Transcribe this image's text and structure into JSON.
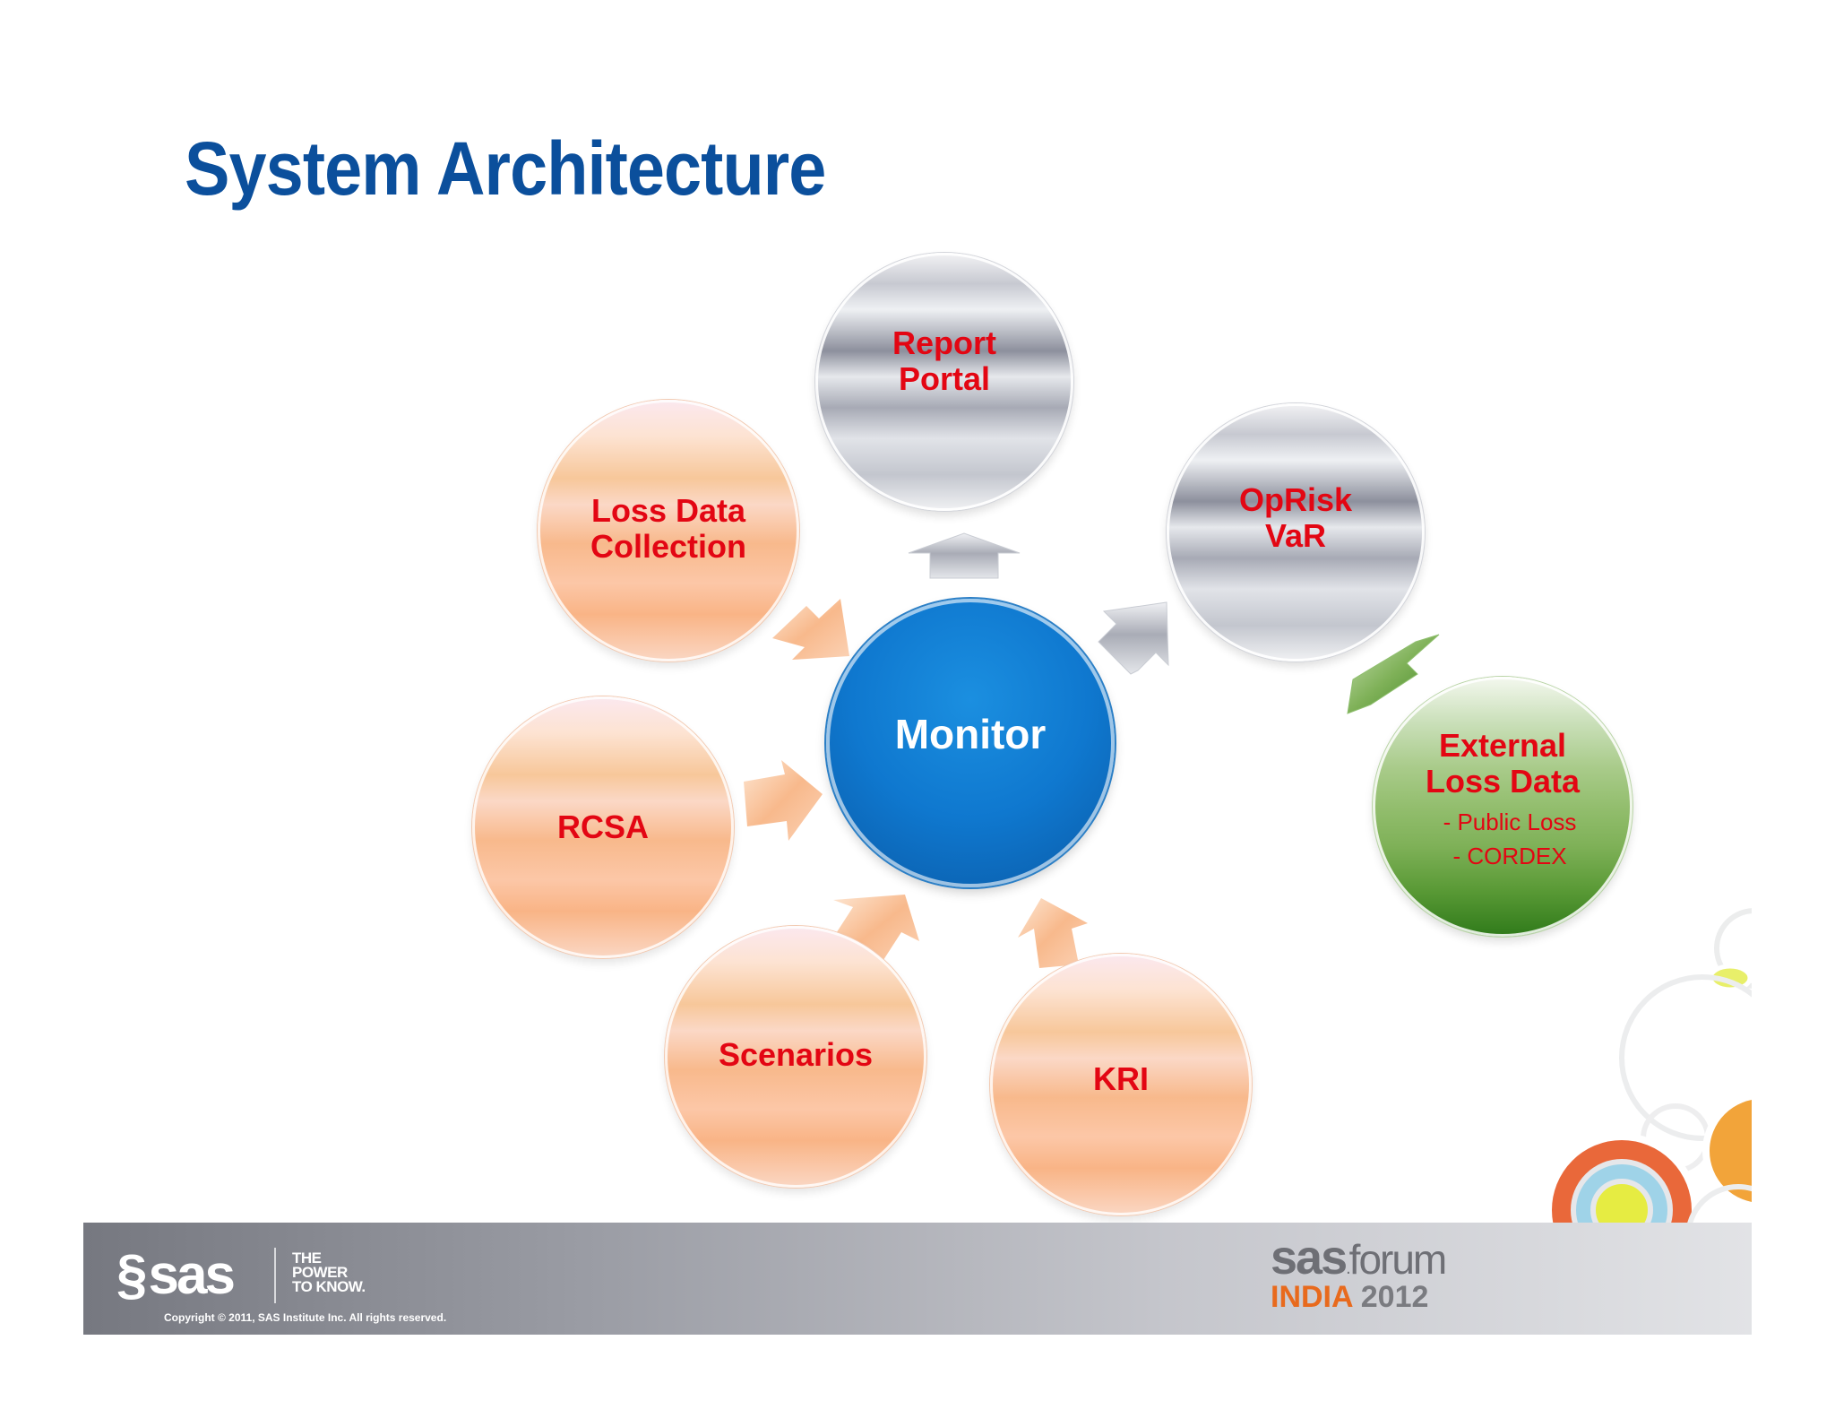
{
  "slide": {
    "title": "System Architecture"
  },
  "diagram": {
    "center": {
      "label": "Monitor",
      "color": "#0f78cf"
    },
    "nodes": [
      {
        "id": "report-portal",
        "label": "Report\nPortal",
        "style": "silver"
      },
      {
        "id": "oprisk-var",
        "label": "OpRisk\nVaR",
        "style": "silver"
      },
      {
        "id": "loss-data-collection",
        "label": "Loss Data\nCollection",
        "style": "peach"
      },
      {
        "id": "rcsa",
        "label": "RCSA",
        "style": "peach"
      },
      {
        "id": "scenarios",
        "label": "Scenarios",
        "style": "peach"
      },
      {
        "id": "kri",
        "label": "KRI",
        "style": "peach"
      },
      {
        "id": "external-loss-data",
        "label": "External\nLoss Data",
        "style": "green",
        "sub_items": [
          "- Public Loss",
          "- CORDEX"
        ]
      }
    ],
    "label_color": "#e30613"
  },
  "footer": {
    "logo_text": "sas",
    "tagline": "THE\nPOWER\nTO KNOW.",
    "copyright": "Copyright © 2011, SAS Institute Inc. All rights reserved.",
    "forum_brand": "sas",
    "forum_word": "forum",
    "forum_region": "INDIA",
    "forum_year": "2012"
  }
}
